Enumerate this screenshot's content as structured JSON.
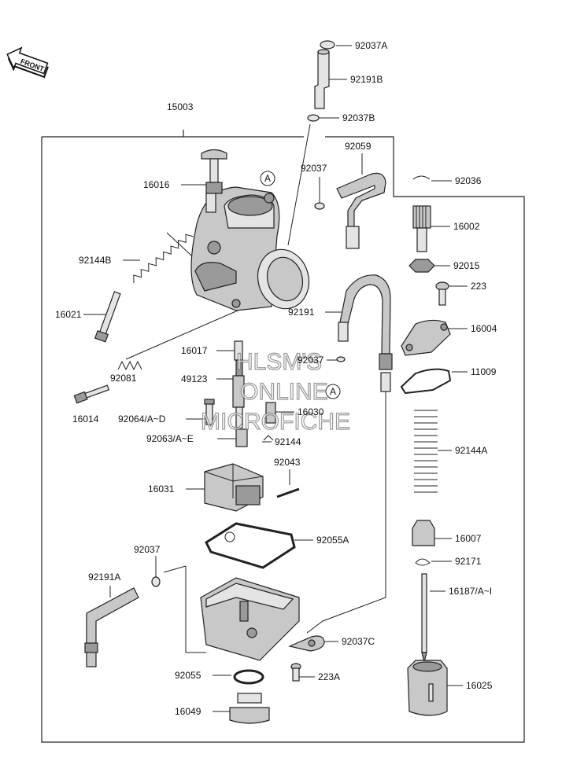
{
  "front_label": "FRONT",
  "watermark": [
    "HLSM'S",
    "ONLINE",
    "MICROFICHE"
  ],
  "callout_a": "A",
  "labels": {
    "p92037A": "92037A",
    "p92191B": "92191B",
    "p92037B": "92037B",
    "p15003": "15003",
    "p92059": "92059",
    "p92037_top": "92037",
    "p16016": "16016",
    "p92036": "92036",
    "p16002": "16002",
    "p92144B": "92144B",
    "p92015": "92015",
    "p223": "223",
    "p16021": "16021",
    "p92191": "92191",
    "p16004": "16004",
    "p16017": "16017",
    "p92037_mid": "92037",
    "p49123": "49123",
    "p11009": "11009",
    "p92081": "92081",
    "p16014": "16014",
    "p92064": "92064/A~D",
    "p16030": "16030",
    "p92063": "92063/A~E",
    "p92144": "92144",
    "p92144A": "92144A",
    "p92043": "92043",
    "p16031": "16031",
    "p16007": "16007",
    "p92055A": "92055A",
    "p92037_low": "92037",
    "p92171": "92171",
    "p92191A": "92191A",
    "p16187": "16187/A~I",
    "p92037C": "92037C",
    "p92055": "92055",
    "p223A": "223A",
    "p16025": "16025",
    "p16049": "16049"
  }
}
